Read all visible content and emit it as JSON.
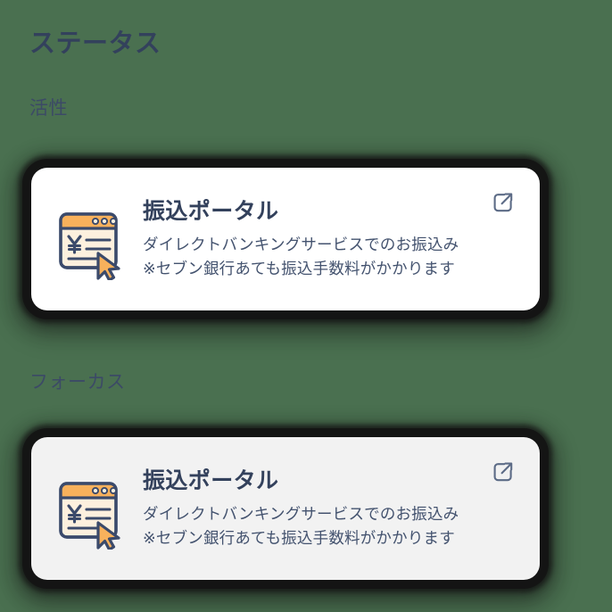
{
  "page": {
    "title": "ステータス",
    "background_color": "#4a7050",
    "text_color": "#33415c"
  },
  "sections": [
    {
      "state": "active",
      "label": "活性",
      "card": {
        "background_color": "#ffffff",
        "title": "振込ポータル",
        "description_lines": [
          "ダイレクトバンキングサービスでのお振込み",
          "※セブン銀行あても振込手数料がかかります"
        ],
        "app_icon": "transfer-portal-window-icon",
        "action_icon": "external-link-icon"
      }
    },
    {
      "state": "focus",
      "label": "フォーカス",
      "card": {
        "background_color": "#f2f2f2",
        "title": "振込ポータル",
        "description_lines": [
          "ダイレクトバンキングサービスでのお振込み",
          "※セブン銀行あても振込手数料がかかります"
        ],
        "app_icon": "transfer-portal-window-icon",
        "action_icon": "external-link-icon"
      }
    }
  ],
  "icon_colors": {
    "outline": "#3b4a6b",
    "accent": "#f8b15c",
    "fill": "#fdf0de",
    "link": "#5c6b86"
  }
}
